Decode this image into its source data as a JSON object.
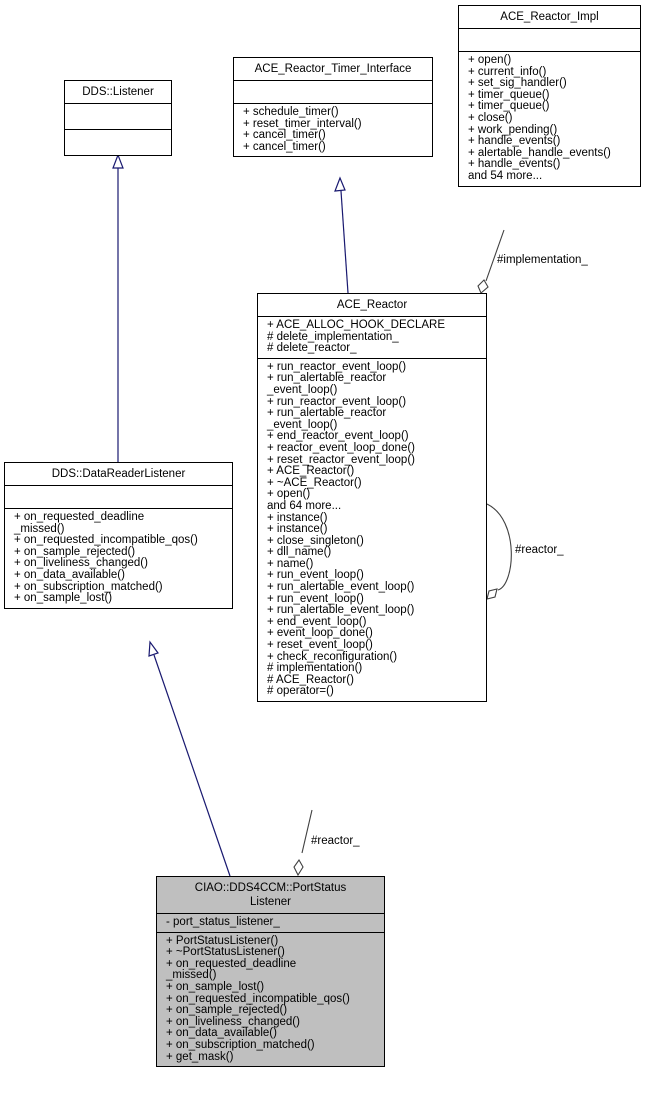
{
  "classes": {
    "ace_reactor_impl": {
      "name": "ACE_Reactor_Impl",
      "attributes": [],
      "methods": [
        "+ open()",
        "+ current_info()",
        "+ set_sig_handler()",
        "+ timer_queue()",
        "+ timer_queue()",
        "+ close()",
        "+ work_pending()",
        "+ handle_events()",
        "+ alertable_handle_events()",
        "+ handle_events()",
        "and 54 more..."
      ]
    },
    "ace_reactor_timer_interface": {
      "name": "ACE_Reactor_Timer_Interface",
      "attributes": [],
      "methods": [
        "+ schedule_timer()",
        "+ reset_timer_interval()",
        "+ cancel_timer()",
        "+ cancel_timer()"
      ]
    },
    "dds_listener": {
      "name": "DDS::Listener",
      "attributes": [],
      "methods": []
    },
    "ace_reactor": {
      "name": "ACE_Reactor",
      "attributes": [
        "+ ACE_ALLOC_HOOK_DECLARE",
        "# delete_implementation_",
        "# delete_reactor_"
      ],
      "methods": [
        "+ run_reactor_event_loop()",
        "+ run_alertable_reactor",
        "_event_loop()",
        "+ run_reactor_event_loop()",
        "+ run_alertable_reactor",
        "_event_loop()",
        "+ end_reactor_event_loop()",
        "+ reactor_event_loop_done()",
        "+ reset_reactor_event_loop()",
        "+ ACE_Reactor()",
        "+ ~ACE_Reactor()",
        "+ open()",
        "and 64 more...",
        "+ instance()",
        "+ instance()",
        "+ close_singleton()",
        "+ dll_name()",
        "+ name()",
        "+ run_event_loop()",
        "+ run_alertable_event_loop()",
        "+ run_event_loop()",
        "+ run_alertable_event_loop()",
        "+ end_event_loop()",
        "+ event_loop_done()",
        "+ reset_event_loop()",
        "+ check_reconfiguration()",
        "# implementation()",
        "# ACE_Reactor()",
        "# operator=()"
      ]
    },
    "dds_datareaderlistener": {
      "name": "DDS::DataReaderListener",
      "attributes": [],
      "methods": [
        "+ on_requested_deadline",
        "_missed()",
        "+ on_requested_incompatible_qos()",
        "+ on_sample_rejected()",
        "+ on_liveliness_changed()",
        "+ on_data_available()",
        "+ on_subscription_matched()",
        "+ on_sample_lost()"
      ]
    },
    "portstatuslistener": {
      "name_line1": "CIAO::DDS4CCM::PortStatus",
      "name_line2": "Listener",
      "attributes": [
        "- port_status_listener_"
      ],
      "methods": [
        "+ PortStatusListener()",
        "+ ~PortStatusListener()",
        "+ on_requested_deadline",
        "_missed()",
        "+ on_sample_lost()",
        "+ on_requested_incompatible_qos()",
        "+ on_sample_rejected()",
        "+ on_liveliness_changed()",
        "+ on_data_available()",
        "+ on_subscription_matched()",
        "+ get_mask()"
      ]
    }
  },
  "edge_labels": {
    "implementation": "#implementation_",
    "reactor_self": "#reactor_",
    "reactor_assoc": "#reactor_"
  },
  "colors": {
    "inheritance": "#191970",
    "association": "#404040",
    "focus_fill": "#bfbfbf"
  }
}
